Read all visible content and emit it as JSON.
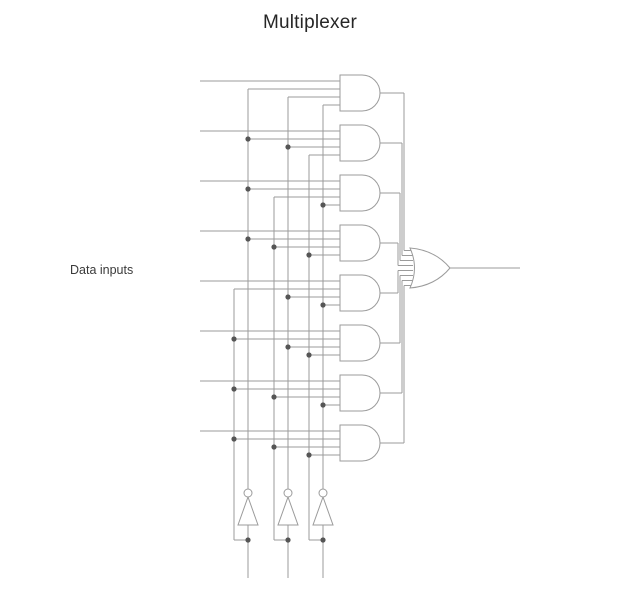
{
  "diagram": {
    "title": "Multiplexer",
    "data_inputs_label": "Data inputs",
    "num_data_inputs": 8,
    "num_select_lines": 3,
    "gates": {
      "and_count": 8,
      "or_count": 1,
      "not_count": 3
    },
    "colors": {
      "wire": "#9b9b9b",
      "dot": "#555555",
      "text": "#262626",
      "background": "#ffffff"
    }
  }
}
